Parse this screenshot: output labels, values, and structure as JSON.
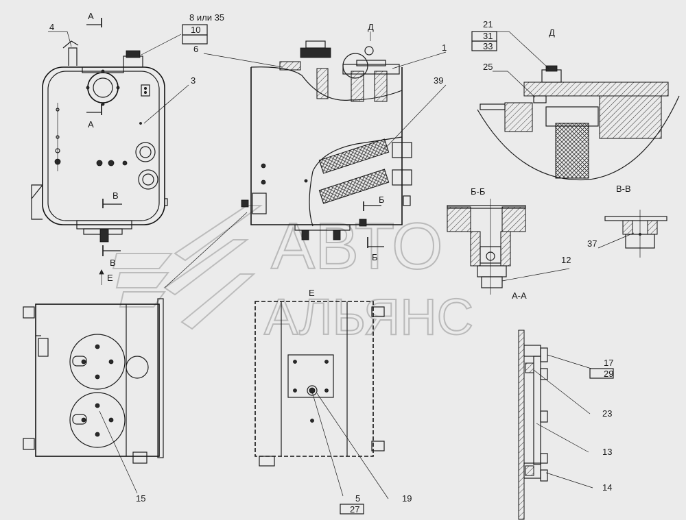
{
  "labels": {
    "l4": "4",
    "lA1": "А",
    "l8or35": "8 или 35",
    "l10": "10",
    "l6": "6",
    "l3": "3",
    "lD1": "Д",
    "l1": "1",
    "l39": "39",
    "lA2": "А",
    "lB1": "В",
    "lB2": "В",
    "lE1": "Е",
    "lBb1": "Б",
    "lBb2": "Б",
    "l21": "21",
    "l31": "31",
    "l33": "33",
    "lD2": "Д",
    "l25": "25",
    "lBB": "Б-Б",
    "lVV": "В-В",
    "l37": "37",
    "l12": "12",
    "lAA": "А-А",
    "lE2": "Е",
    "l17": "17",
    "l29": "29",
    "l23": "23",
    "l13": "13",
    "l14": "14",
    "l15": "15",
    "l5": "5",
    "l27": "27",
    "l19": "19"
  },
  "watermark": {
    "line1": "АВТО",
    "line2": "АЛЬЯНС"
  }
}
